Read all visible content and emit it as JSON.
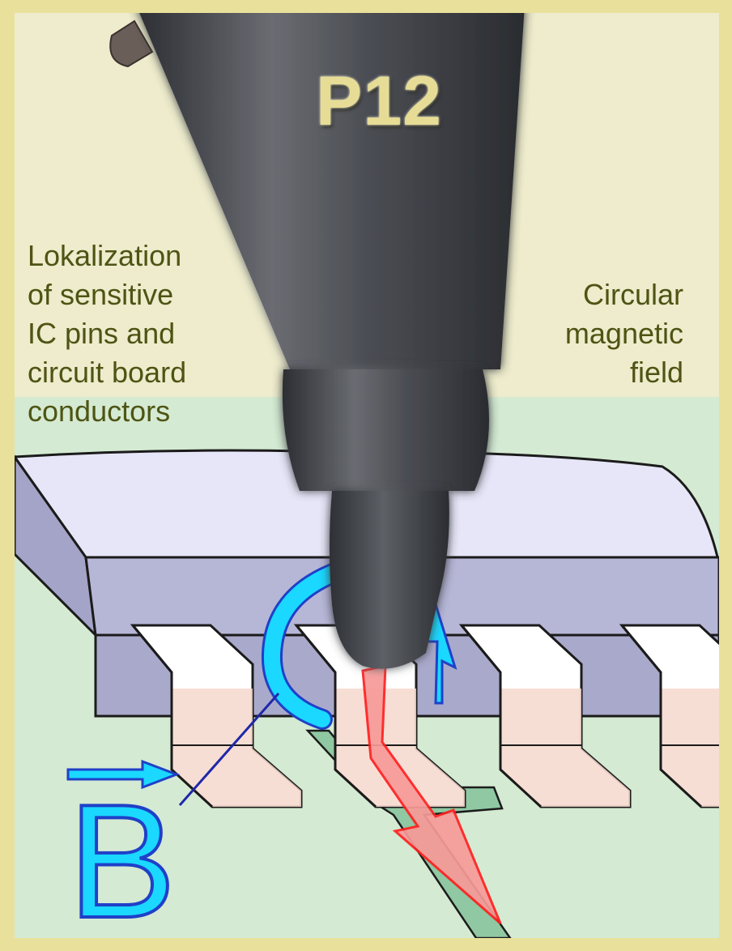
{
  "probe": {
    "name": "P12"
  },
  "labels": {
    "left": "Lokalization\nof sensitive\nIC pins and\ncircuit board\nconductors",
    "right": "Circular\nmagnetic\nfield"
  },
  "field": {
    "symbol": "B"
  },
  "colors": {
    "frame": "#e9e19b",
    "top_background": "#eeeccc",
    "board": "#d4ead2",
    "chip_top": "#e6e6f8",
    "chip_side": "#b6b6d6",
    "pin_face": "#ffffff",
    "pin_lower": "#f6d8cc",
    "trace": "#8fc8a2",
    "current_arrow": "#f79a98",
    "field_arrow": "#1ad8ff",
    "field_outline": "#1f40c8",
    "text": "#4e5414",
    "probe_body": "#4a4c52"
  },
  "icons": [
    "probe-icon",
    "ic-chip-icon",
    "magnetic-field-arc-icon",
    "current-arrow-icon",
    "vector-arrow-icon"
  ]
}
